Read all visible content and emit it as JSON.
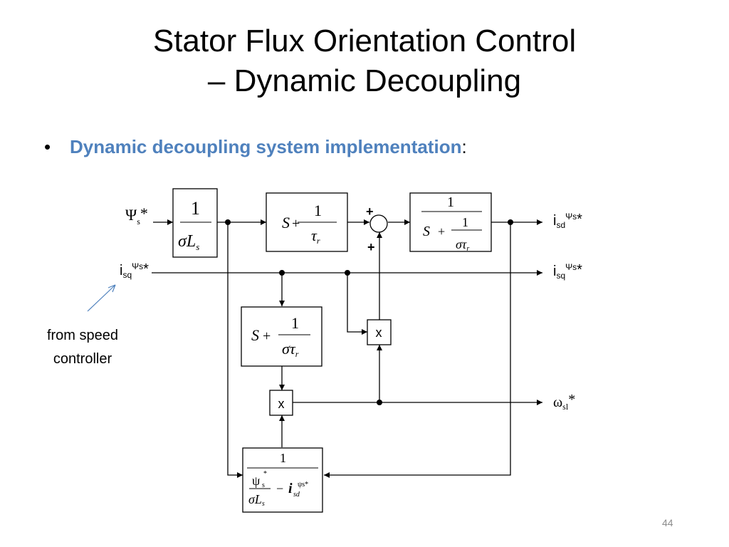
{
  "slide": {
    "title_line1": "Stator Flux Orientation Control",
    "title_line2": "– Dynamic Decoupling",
    "bullet_bold": "Dynamic decoupling system implementation",
    "bullet_colon": ":",
    "page_number": "44",
    "accent_color": "#4f81bd"
  },
  "diagram": {
    "inputs": {
      "psi_s": {
        "symbol": "Ψ",
        "sub": "s",
        "star": "*"
      },
      "i_sq": {
        "symbol": "i",
        "sub": "sq",
        "sup": "Ψs",
        "star": "*"
      }
    },
    "outputs": {
      "i_sd": {
        "symbol": "i",
        "sub": "sd",
        "sup": "Ψs",
        "star": "*"
      },
      "i_sq": {
        "symbol": "i",
        "sub": "sq",
        "sup": "Ψs",
        "star": "*"
      },
      "omega_sl": {
        "symbol": "ω",
        "sub": "sl",
        "star": "*"
      }
    },
    "blocks": {
      "gain_block": {
        "num": "1",
        "den_sigma": "σ",
        "den_L": "L",
        "den_sub": "s"
      },
      "lead_block": {
        "S": "S",
        "plus": "+",
        "num": "1",
        "den": "τ",
        "den_sub": "r"
      },
      "lag_block": {
        "num": "1",
        "S": "S",
        "plus": "+",
        "inner_num": "1",
        "inner_den": "στ",
        "inner_sub": "r"
      },
      "middle_block": {
        "S": "S",
        "plus": "+",
        "num": "1",
        "den": "στ",
        "den_sub": "r"
      },
      "bottom_block": {
        "num": "1",
        "psi": "ψ",
        "psi_sup": "*",
        "psi_sub": "s",
        "den_sigma": "σ",
        "den_L": "L",
        "den_sub": "s",
        "minus": "−",
        "i": "i",
        "i_sub": "sd",
        "i_sup": "ψs*"
      }
    },
    "multipliers": {
      "upper": "x",
      "lower": "x"
    },
    "summer_signs": {
      "top": "+",
      "bottom": "+"
    },
    "annotation": {
      "line1": "from speed",
      "line2": "controller"
    }
  }
}
